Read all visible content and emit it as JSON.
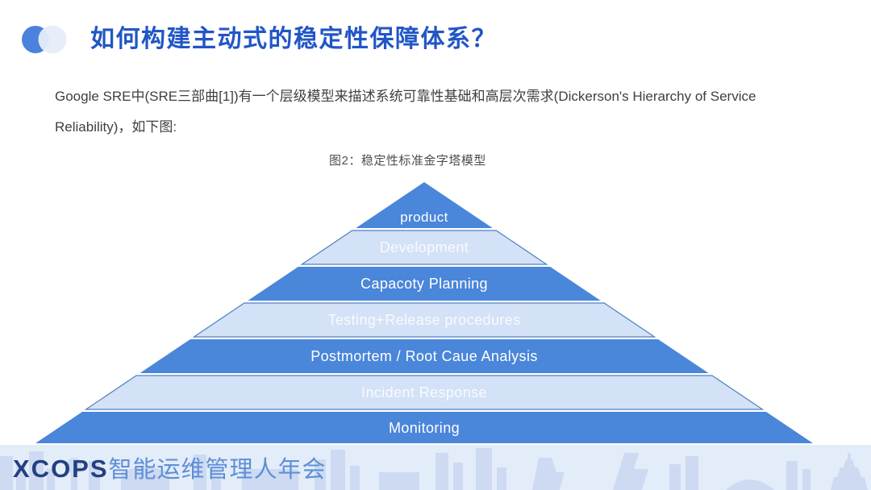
{
  "page": {
    "title": "如何构建主动式的稳定性保障体系？",
    "body": "Google SRE中(SRE三部曲[1])有一个层级模型来描述系统可靠性基础和高层次需求(Dickerson's Hierarchy of Service Reliability)，如下图:",
    "figure_caption": "图2：稳定性标准金字塔模型"
  },
  "chart_data": {
    "type": "pyramid",
    "title": "图2：稳定性标准金字塔模型",
    "order": "top-to-bottom",
    "levels": [
      {
        "label": "product",
        "fill": "#4a86d9",
        "tone": "dark"
      },
      {
        "label": "Development",
        "fill": "#d3e2f6",
        "tone": "light"
      },
      {
        "label": "Capacoty Planning",
        "fill": "#4a86d9",
        "tone": "dark"
      },
      {
        "label": "Testing+Release procedures",
        "fill": "#d3e2f6",
        "tone": "light"
      },
      {
        "label": "Postmortem / Root Caue Analysis",
        "fill": "#4a86d9",
        "tone": "dark"
      },
      {
        "label": "Incident Response",
        "fill": "#d3e2f6",
        "tone": "light"
      },
      {
        "label": "Monitoring",
        "fill": "#4a86d9",
        "tone": "dark"
      }
    ],
    "label_color": "#ffffff",
    "gap_color": "#ffffff",
    "light_level_border": "#4d80c4"
  },
  "footer": {
    "brand": "XCOPS",
    "brand_suffix": "智能运维管理人年会"
  },
  "colors": {
    "title_text": "#2256c6",
    "body_text": "#3f3f3f",
    "caption_text": "#4e4e4e",
    "pyramid_dark": "#4a86d9",
    "pyramid_light": "#d3e2f6",
    "pyramid_light_border": "#4d80c4",
    "footer_bg": "#e3ecf9",
    "footer_skyline": "#c6d5f0",
    "brand_text": "#23407f",
    "brand_suffix_text": "#5e8fd6",
    "title_icon_blue": "#4a82dd",
    "title_icon_pale": "#e7edf9"
  }
}
